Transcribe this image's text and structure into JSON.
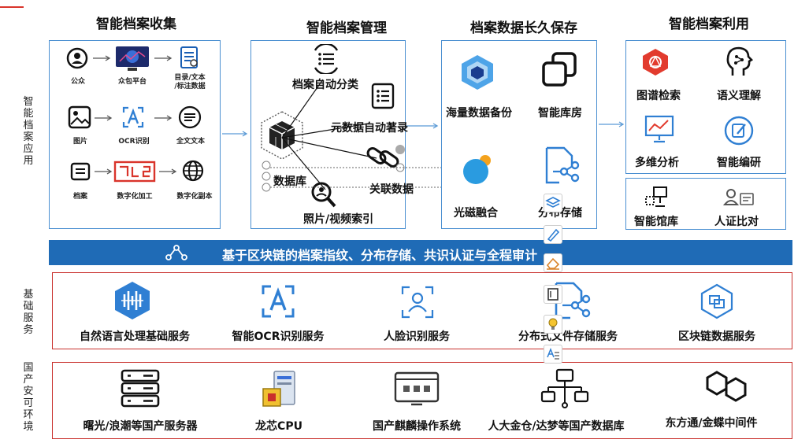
{
  "side_labels": {
    "app": "智能档案应用",
    "base": "基础服务",
    "env": "国产安可环境"
  },
  "columns": {
    "collect": {
      "title": "智能档案收集",
      "items": [
        "公众",
        "众包平台",
        "目录/文本\n/标注数据",
        "图片",
        "OCR识别",
        "全文文本",
        "档案",
        "数字化加工",
        "数字化副本"
      ]
    },
    "manage": {
      "title": "智能档案管理",
      "items": [
        "档案自动分类",
        "元数据自动著录",
        "数据库",
        "关联数据",
        "照片/视频索引"
      ]
    },
    "preserve": {
      "title": "档案数据长久保存",
      "items": [
        "海量数据备份",
        "智能库房",
        "光磁融合",
        "分布存储"
      ]
    },
    "use": {
      "title": "智能档案利用",
      "items": [
        "图谱检索",
        "语义理解",
        "多维分析",
        "智能编研",
        "智能馆库",
        "人证比对"
      ]
    }
  },
  "banner": {
    "text": "基于区块链的档案指纹、分布存储、共识认证与全程审计"
  },
  "base_services": [
    "自然语言处理基础服务",
    "智能OCR识别服务",
    "人脸识别服务",
    "分布式文件存储服务",
    "区块链数据服务"
  ],
  "domestic_env": [
    "曙光/浪潮等国产服务器",
    "龙芯CPU",
    "国产麒麟操作系统",
    "人大金仓/达梦等国产数据库",
    "东方通/金蝶中间件"
  ],
  "colors": {
    "panel_border": "#4a8fd1",
    "banner": "#1f6bb6",
    "red_border": "#c9302c",
    "accent_blue": "#2f7fd3",
    "accent_red": "#d9342b"
  }
}
